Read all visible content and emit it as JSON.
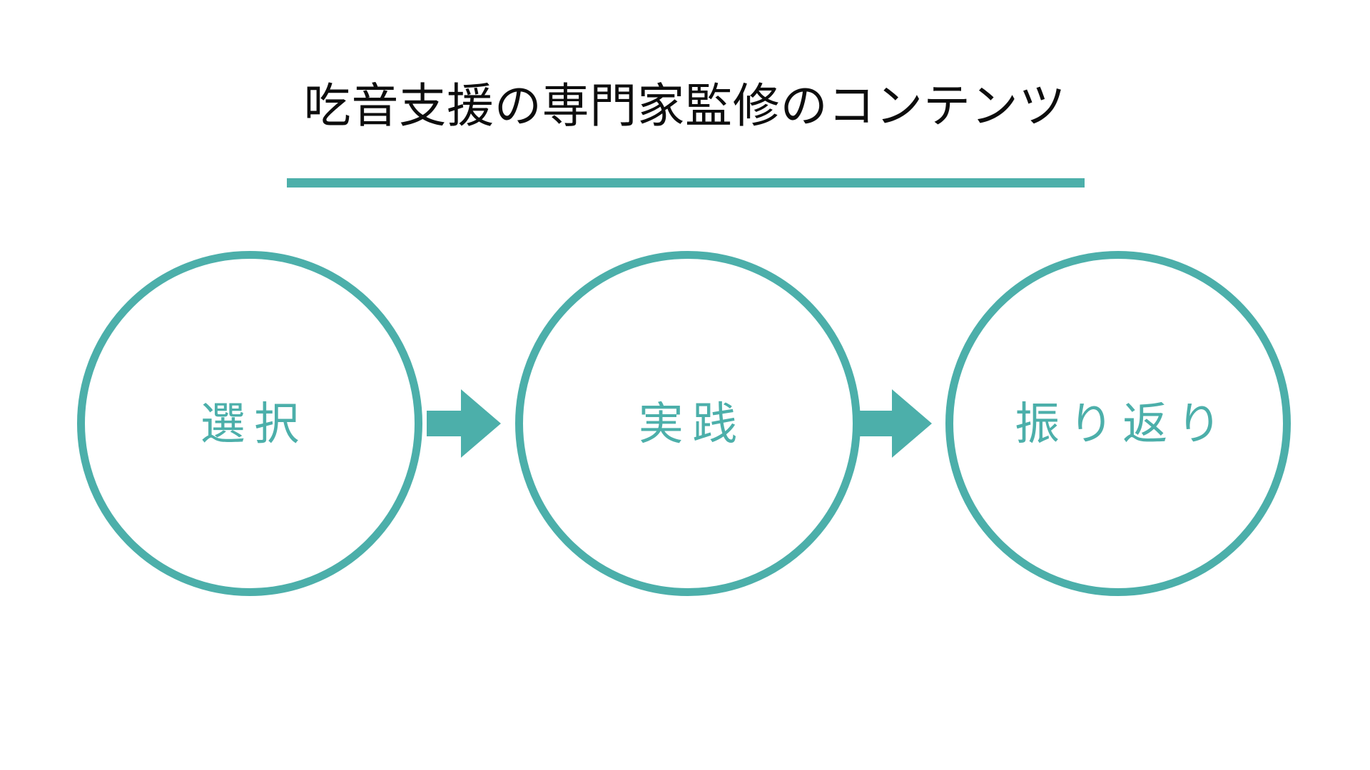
{
  "theme": {
    "background": "#ffffff",
    "accent": "#4cafaa",
    "title_color": "#0d0d0d"
  },
  "header": {
    "title": "吃音支援の専門家監修のコンテンツ",
    "underline": {
      "color": "#4cafaa",
      "visible": true
    }
  },
  "diagram": {
    "type": "linear-process-flow",
    "orientation": "horizontal",
    "step_count": 3,
    "steps": [
      {
        "id": "step-1",
        "label": "選択",
        "shape": "circle",
        "outline_color": "#4cafaa",
        "fill": "#ffffff",
        "text_color": "#4cafaa"
      },
      {
        "id": "step-2",
        "label": "実践",
        "shape": "circle",
        "outline_color": "#4cafaa",
        "fill": "#ffffff",
        "text_color": "#4cafaa"
      },
      {
        "id": "step-3",
        "label": "振り返り",
        "shape": "circle",
        "outline_color": "#4cafaa",
        "fill": "#ffffff",
        "text_color": "#4cafaa"
      }
    ],
    "connectors": [
      {
        "id": "connector-1",
        "icon": "arrow-right-icon",
        "from": "step-1",
        "to": "step-2",
        "color": "#4cafaa"
      },
      {
        "id": "connector-2",
        "icon": "arrow-right-icon",
        "from": "step-2",
        "to": "step-3",
        "color": "#4cafaa"
      }
    ]
  }
}
